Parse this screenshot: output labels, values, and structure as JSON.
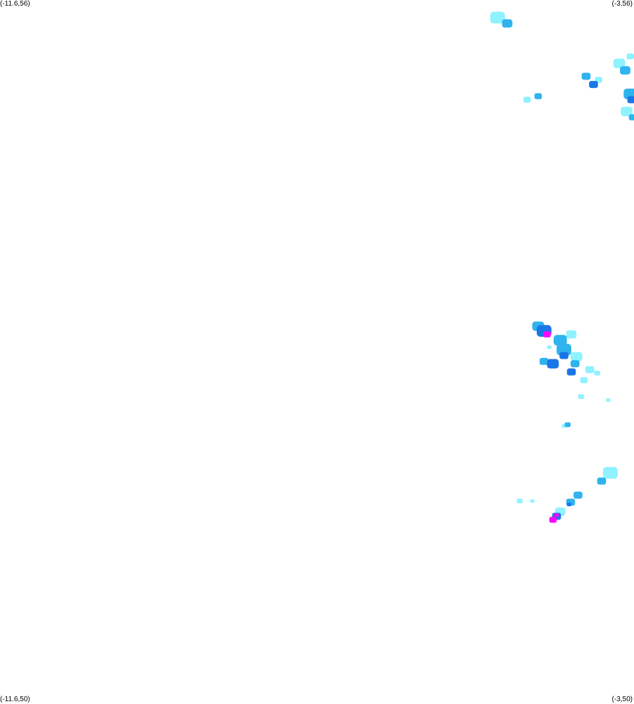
{
  "corners": {
    "top_left": "(-11.6,56)",
    "top_right": "(-3,56)",
    "bottom_left": "(-11.6,50)",
    "bottom_right": "(-3,50)"
  },
  "extent": {
    "lon_min": -11.6,
    "lon_max": -3,
    "lat_min": 50,
    "lat_max": 56
  },
  "intensity_colors": {
    "light": "#8ff2ff",
    "moderate": "#2fb3ef",
    "heavy": "#1a76e6",
    "very_heavy": "#0a2ed8",
    "extreme": "#ff00ff"
  },
  "echoes": [
    {
      "lon": -4.85,
      "lat": 55.85,
      "r": 0.1,
      "level": "light"
    },
    {
      "lon": -4.72,
      "lat": 55.8,
      "r": 0.07,
      "level": "moderate"
    },
    {
      "lon": -3.65,
      "lat": 55.35,
      "r": 0.06,
      "level": "moderate"
    },
    {
      "lon": -3.55,
      "lat": 55.28,
      "r": 0.06,
      "level": "heavy"
    },
    {
      "lon": -3.48,
      "lat": 55.32,
      "r": 0.05,
      "level": "light"
    },
    {
      "lon": -4.3,
      "lat": 55.18,
      "r": 0.05,
      "level": "moderate"
    },
    {
      "lon": -4.45,
      "lat": 55.15,
      "r": 0.05,
      "level": "light"
    },
    {
      "lon": -3.2,
      "lat": 55.46,
      "r": 0.08,
      "level": "light"
    },
    {
      "lon": -3.12,
      "lat": 55.4,
      "r": 0.07,
      "level": "moderate"
    },
    {
      "lon": -3.05,
      "lat": 55.2,
      "r": 0.09,
      "level": "moderate"
    },
    {
      "lon": -3.03,
      "lat": 55.15,
      "r": 0.06,
      "level": "heavy"
    },
    {
      "lon": -3.1,
      "lat": 55.05,
      "r": 0.08,
      "level": "light"
    },
    {
      "lon": -3.02,
      "lat": 55.0,
      "r": 0.05,
      "level": "moderate"
    },
    {
      "lon": -3.05,
      "lat": 55.52,
      "r": 0.05,
      "level": "light"
    },
    {
      "lon": -4.3,
      "lat": 53.22,
      "r": 0.08,
      "level": "moderate"
    },
    {
      "lon": -4.22,
      "lat": 53.18,
      "r": 0.1,
      "level": "heavy"
    },
    {
      "lon": -4.18,
      "lat": 53.15,
      "r": 0.05,
      "level": "extreme"
    },
    {
      "lon": -4.0,
      "lat": 53.1,
      "r": 0.09,
      "level": "moderate"
    },
    {
      "lon": -3.85,
      "lat": 53.15,
      "r": 0.07,
      "level": "light"
    },
    {
      "lon": -3.95,
      "lat": 53.02,
      "r": 0.1,
      "level": "moderate"
    },
    {
      "lon": -3.95,
      "lat": 52.97,
      "r": 0.06,
      "level": "heavy"
    },
    {
      "lon": -3.78,
      "lat": 52.96,
      "r": 0.08,
      "level": "light"
    },
    {
      "lon": -3.8,
      "lat": 52.9,
      "r": 0.06,
      "level": "moderate"
    },
    {
      "lon": -4.1,
      "lat": 52.9,
      "r": 0.08,
      "level": "heavy"
    },
    {
      "lon": -4.22,
      "lat": 52.92,
      "r": 0.06,
      "level": "moderate"
    },
    {
      "lon": -3.85,
      "lat": 52.83,
      "r": 0.06,
      "level": "heavy"
    },
    {
      "lon": -3.6,
      "lat": 52.85,
      "r": 0.06,
      "level": "light"
    },
    {
      "lon": -3.5,
      "lat": 52.82,
      "r": 0.04,
      "level": "light"
    },
    {
      "lon": -3.68,
      "lat": 52.76,
      "r": 0.05,
      "level": "light"
    },
    {
      "lon": -3.72,
      "lat": 52.62,
      "r": 0.04,
      "level": "light"
    },
    {
      "lon": -3.35,
      "lat": 52.59,
      "r": 0.02,
      "level": "light"
    },
    {
      "lon": -4.15,
      "lat": 53.04,
      "r": 0.03,
      "level": "light"
    },
    {
      "lon": -3.9,
      "lat": 52.38,
      "r": 0.04,
      "level": "moderate"
    },
    {
      "lon": -3.95,
      "lat": 52.37,
      "r": 0.03,
      "level": "light"
    },
    {
      "lon": -3.32,
      "lat": 51.97,
      "r": 0.1,
      "level": "light"
    },
    {
      "lon": -3.44,
      "lat": 51.9,
      "r": 0.06,
      "level": "moderate"
    },
    {
      "lon": -3.76,
      "lat": 51.78,
      "r": 0.06,
      "level": "moderate"
    },
    {
      "lon": -3.86,
      "lat": 51.72,
      "r": 0.06,
      "level": "moderate"
    },
    {
      "lon": -3.88,
      "lat": 51.7,
      "r": 0.03,
      "level": "heavy"
    },
    {
      "lon": -4.0,
      "lat": 51.64,
      "r": 0.07,
      "level": "light"
    },
    {
      "lon": -4.05,
      "lat": 51.6,
      "r": 0.06,
      "level": "heavy"
    },
    {
      "lon": -4.1,
      "lat": 51.57,
      "r": 0.05,
      "level": "extreme"
    },
    {
      "lon": -4.05,
      "lat": 51.61,
      "r": 0.03,
      "level": "extreme"
    },
    {
      "lon": -4.55,
      "lat": 51.73,
      "r": 0.04,
      "level": "light"
    },
    {
      "lon": -4.38,
      "lat": 51.73,
      "r": 0.02,
      "level": "light"
    }
  ]
}
